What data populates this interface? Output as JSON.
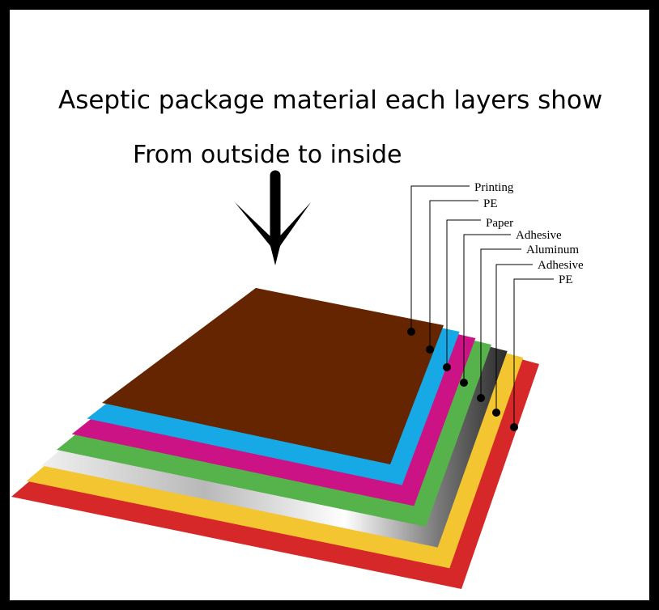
{
  "title": "Aseptic package material each layers show",
  "subtitle": "From outside to inside",
  "direction_icon": "down-arrow-icon",
  "layers": [
    {
      "label": "Printing",
      "color": "#652500"
    },
    {
      "label": "PE",
      "color": "#17A9E6"
    },
    {
      "label": "Paper",
      "color": "#CC1385"
    },
    {
      "label": "Adhesive",
      "color": "#56B24B"
    },
    {
      "label": "Aluminum",
      "color": "#A6A6A6"
    },
    {
      "label": "Adhesive",
      "color": "#F3C531"
    },
    {
      "label": "PE",
      "color": "#D62729"
    }
  ]
}
